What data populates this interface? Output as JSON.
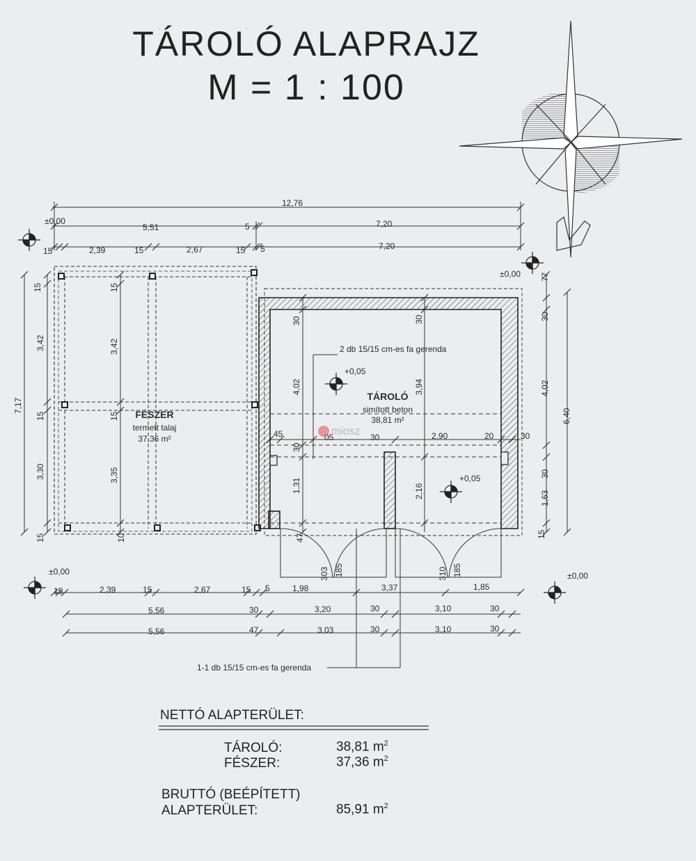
{
  "title": {
    "line1": "TÁROLÓ  ALAPRAJZ",
    "line2": "M = 1 : 100"
  },
  "rooms": {
    "feszer": {
      "name": "FÉSZER",
      "floor": "termett talaj",
      "area": "37,36 m²"
    },
    "tarolo": {
      "name": "TÁROLÓ",
      "floor": "simított beton",
      "area": "38,81 m²"
    }
  },
  "annotations": {
    "beam_top": "2 db 15/15 cm-es fa gerenda",
    "beam_bottom": "1-1 db 15/15 cm-es fa gerenda",
    "level_zero": "±0,00",
    "level_floor": "+0,05",
    "watermark": "miosz"
  },
  "dimensions": {
    "top": [
      "12,76",
      "5,51",
      "5",
      "7,20",
      "15",
      "2,39",
      "15",
      "2,67",
      "15",
      "5",
      "7,20"
    ],
    "left": [
      "15",
      "3,42",
      "15",
      "3,30",
      "15",
      "7,17"
    ],
    "mid_left": [
      "15",
      "3,42",
      "15",
      "3,35",
      "10"
    ],
    "inner": [
      "30",
      "4,02",
      "30",
      "1,31",
      "47",
      "30",
      "3,94",
      "2,16",
      "45",
      "05",
      "30",
      "2,90",
      "20",
      "30"
    ],
    "right": [
      "77",
      "30",
      "4,02",
      "30",
      "1,63",
      "15",
      "6,40"
    ],
    "bottom_row1": [
      "15",
      "2,39",
      "15",
      "2,67",
      "15",
      "5",
      "1,98",
      "3,37",
      "1,85"
    ],
    "bottom_row2": [
      "5,56",
      "30",
      "3,20",
      "30",
      "3,10",
      "30"
    ],
    "bottom_row3": [
      "5,56",
      "47",
      "3,03",
      "30",
      "3,10",
      "30"
    ],
    "doors": [
      "303",
      "185",
      "310",
      "185"
    ]
  },
  "summary": {
    "header": "NETTÓ ALAPTERÜLET:",
    "rows": [
      {
        "label": "TÁROLÓ:",
        "value": "38,81 m"
      },
      {
        "label": "FÉSZER:",
        "value": "37,36 m"
      }
    ],
    "gross_label1": "BRUTTÓ (BEÉPÍTETT)",
    "gross_label2": "ALAPTERÜLET:",
    "gross_value": "85,91 m",
    "unit_exp": "2"
  }
}
